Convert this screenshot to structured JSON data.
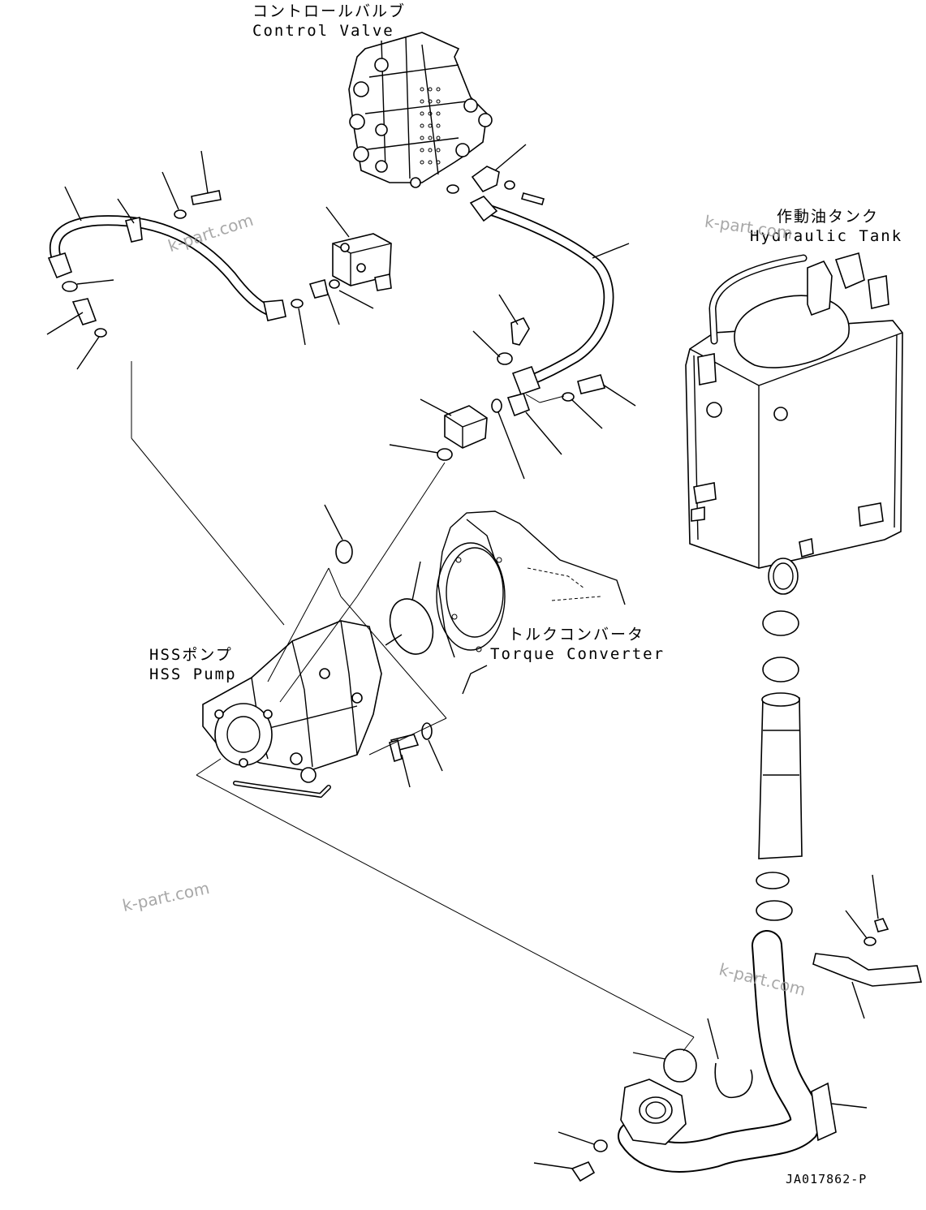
{
  "labels": {
    "control_valve_jp": "コントロールバルブ",
    "control_valve_en": "Control Valve",
    "hydraulic_tank_jp": "作動油タンク",
    "hydraulic_tank_en": "Hydraulic Tank",
    "torque_converter_jp": "トルクコンバータ",
    "torque_converter_en": "Torque Converter",
    "hss_pump_jp": "HSSポンプ",
    "hss_pump_en": "HSS Pump"
  },
  "watermarks": [
    "k-part.com",
    "k-part.com",
    "k-part.com",
    "k-part.com"
  ],
  "drawing_code": "JA017862-P"
}
